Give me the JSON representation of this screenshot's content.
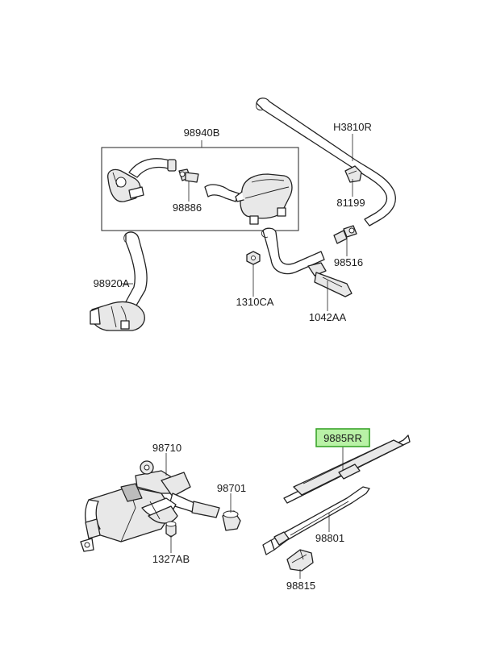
{
  "diagram": {
    "labels": {
      "p98940b": "98940B",
      "p98886": "98886",
      "p98920a": "98920A",
      "ph3810r": "H3810R",
      "p81199": "81199",
      "p98516": "98516",
      "p1310ca": "1310CA",
      "p1042aa": "1042AA",
      "p98710": "98710",
      "p98701": "98701",
      "p1327ab": "1327AB",
      "p9885rr": "9885RR",
      "p98801": "98801",
      "p98815": "98815"
    },
    "highlighted_part": "9885RR",
    "colors": {
      "highlight_fill": "#b9f2a6",
      "highlight_border": "#3aa52b",
      "line": "#222222"
    }
  }
}
